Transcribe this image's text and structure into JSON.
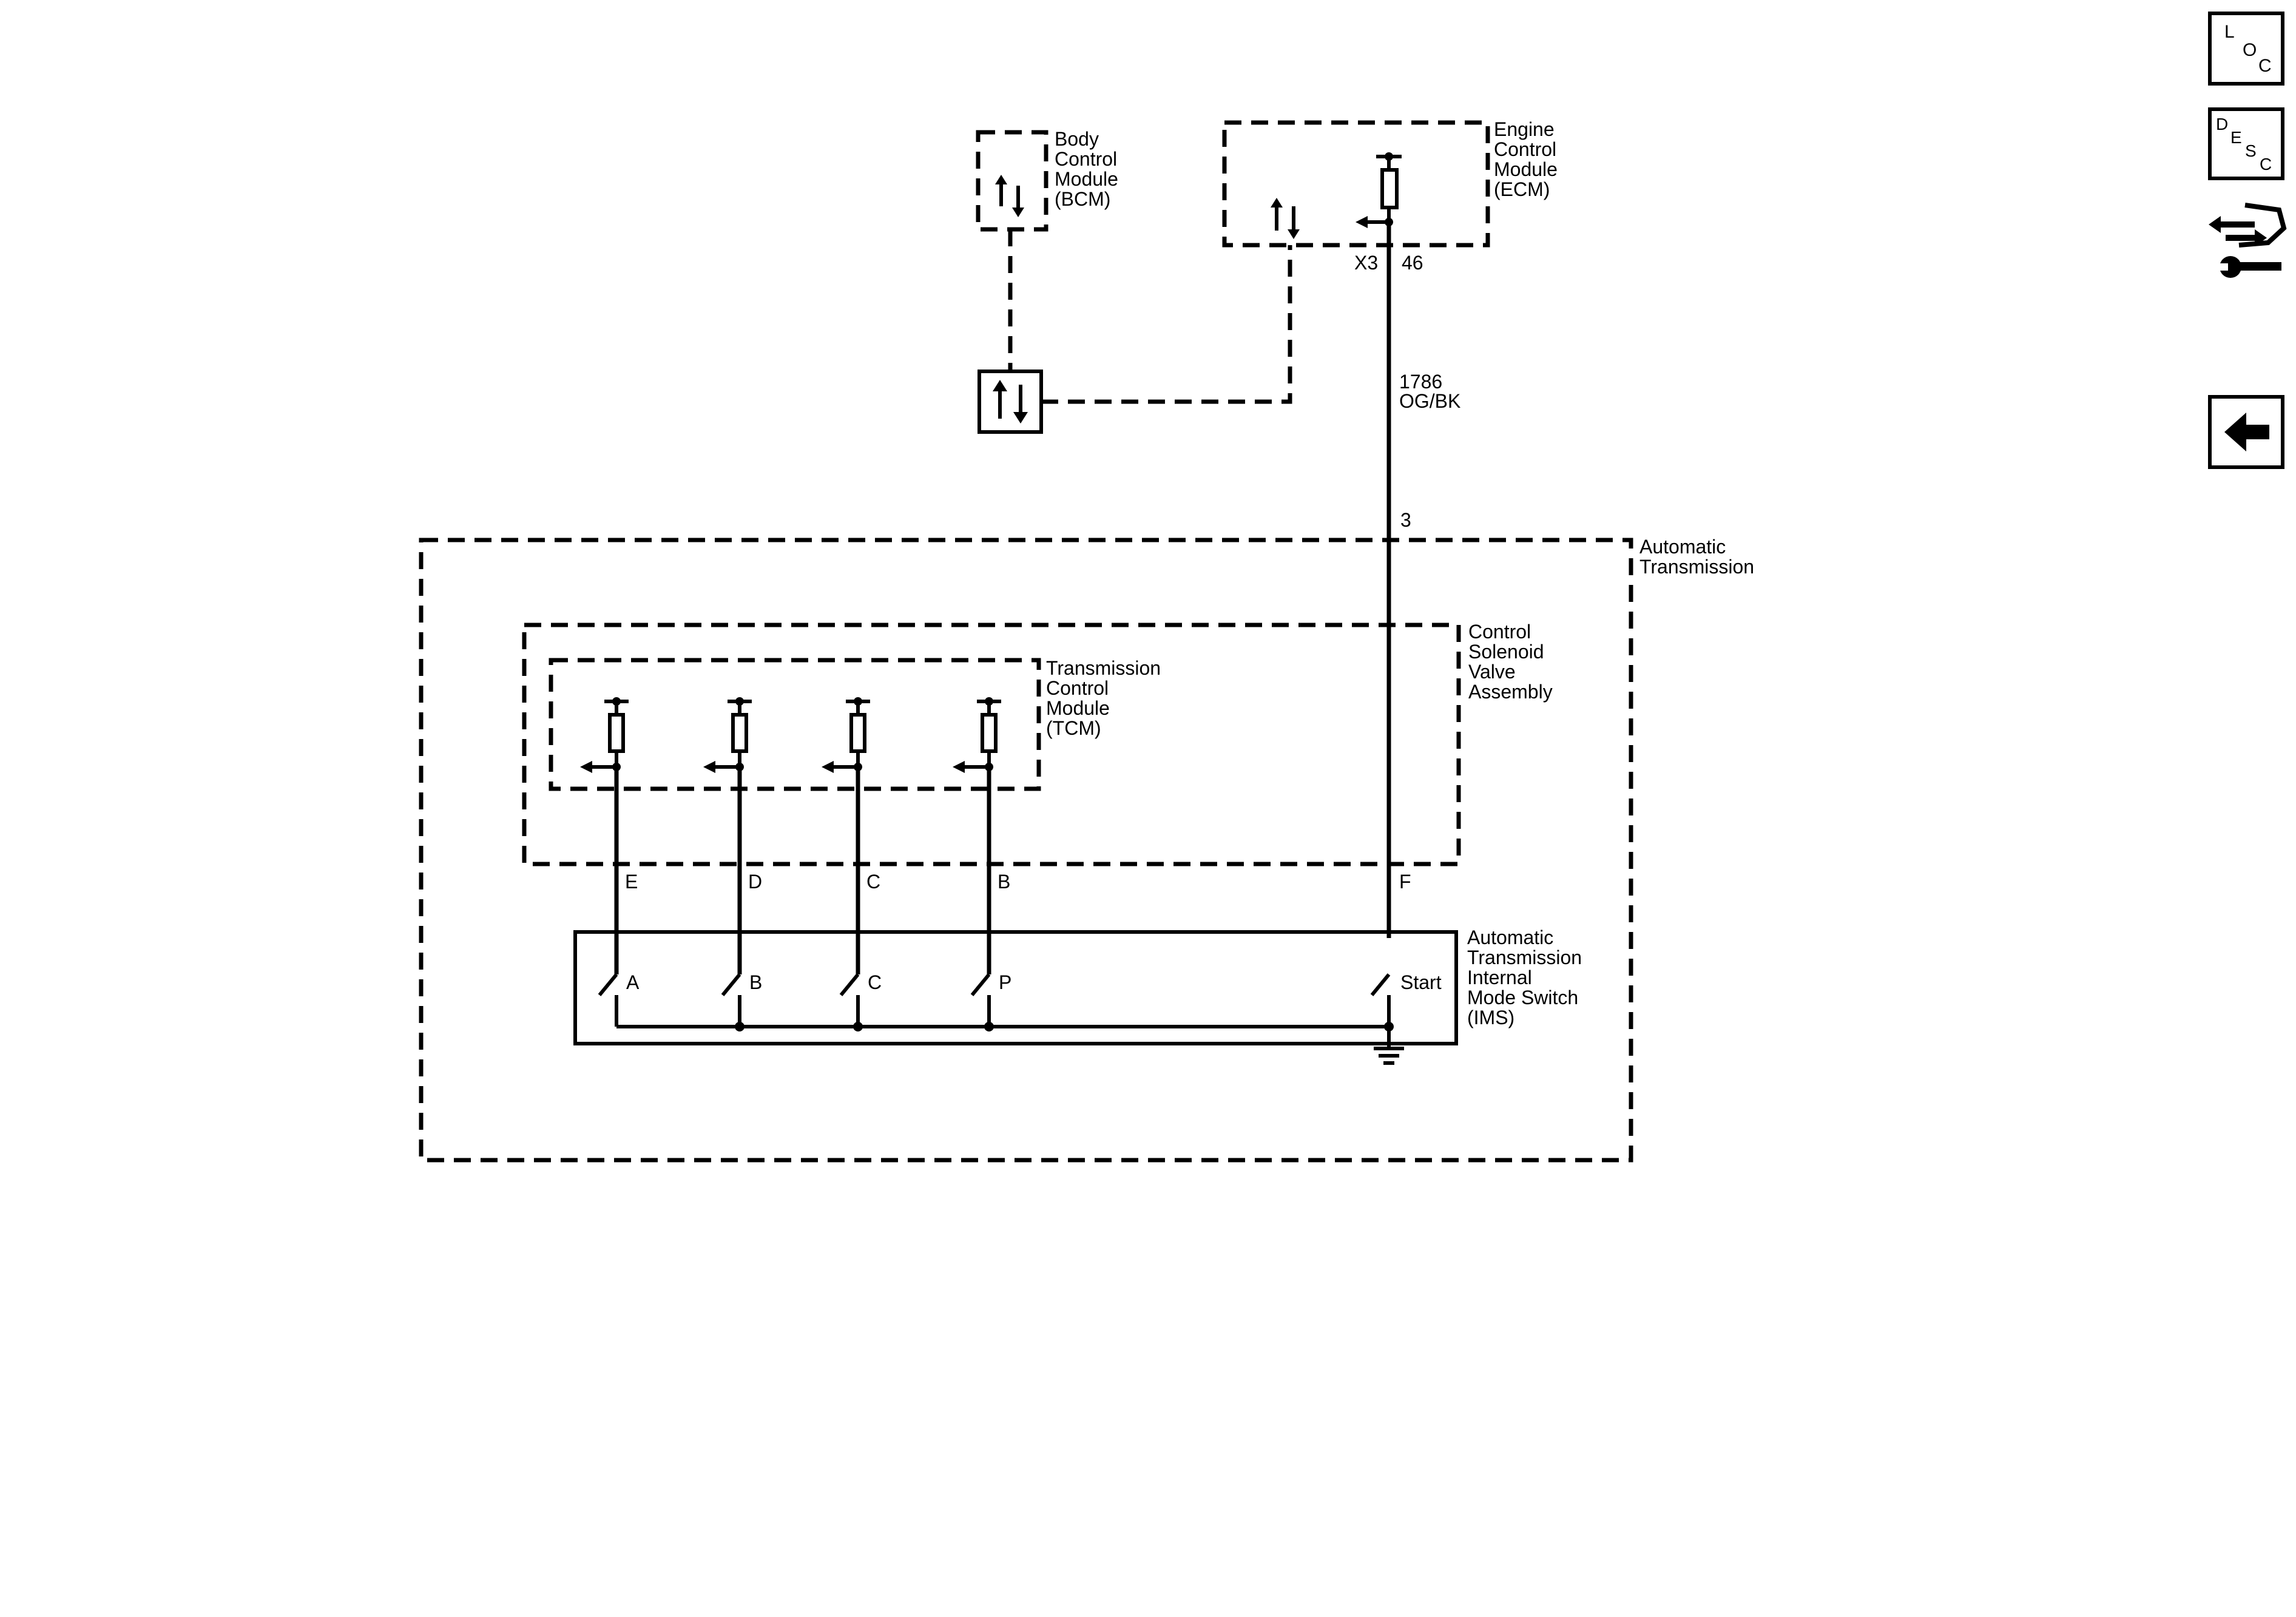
{
  "modules": {
    "bcm": [
      "Body",
      "Control",
      "Module",
      "(BCM)"
    ],
    "ecm": [
      "Engine",
      "Control",
      "Module",
      "(ECM)"
    ],
    "automatic_transmission": [
      "Automatic",
      "Transmission"
    ],
    "control_solenoid_valve": [
      "Control",
      "Solenoid",
      "Valve",
      "Assembly"
    ],
    "tcm": [
      "Transmission",
      "Control",
      "Module",
      "(TCM)"
    ],
    "ims": [
      "Automatic",
      "Transmission",
      "Internal",
      "Mode Switch",
      "(IMS)"
    ]
  },
  "connectors": {
    "ecm_connector": "X3",
    "ecm_pin": "46",
    "transmission_pin": "3"
  },
  "wire": {
    "circuit": "1786",
    "color": "OG/BK"
  },
  "tcm_pins": [
    "E",
    "D",
    "C",
    "B",
    "F"
  ],
  "switch_contacts": [
    "A",
    "B",
    "C",
    "P",
    "Start"
  ],
  "nav": {
    "loc": [
      "L",
      "O",
      "C"
    ],
    "desc": [
      "D",
      "E",
      "S",
      "C"
    ]
  }
}
